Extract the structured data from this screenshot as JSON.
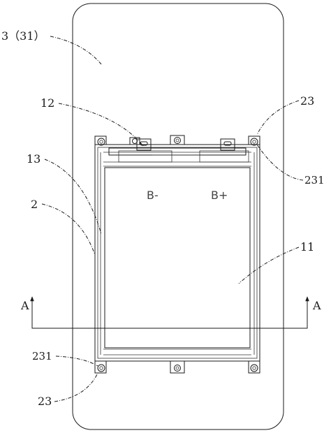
{
  "labels": {
    "plate": "3（31）",
    "top_bracket": "12",
    "frame_side": "13",
    "frame": "2",
    "hole_top_right": "23",
    "hole_sub_top_right": "231",
    "cell": "11",
    "hole_sub_bottom_left": "231",
    "hole_bottom_left": "23"
  },
  "terminals": {
    "negative": "B-",
    "positive": "B+"
  },
  "section": {
    "left": "A",
    "right": "A"
  }
}
